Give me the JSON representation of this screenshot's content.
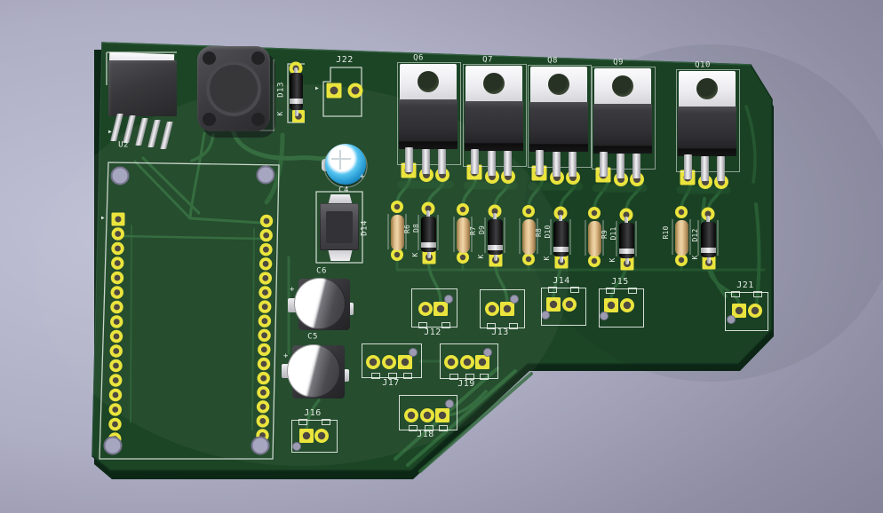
{
  "viewer": {
    "description": "3D rendered PCB, irregular outline, green soldermask, viewed from above"
  },
  "colors": {
    "background_top": "#9a98ae",
    "background_light": "#c1c1d7",
    "background_bottom": "#6e6c7e",
    "soldermask": "#1c4526",
    "trace_green": "#2e6739",
    "silkscreen": "#eef3ee",
    "pad_yellow": "#eae43d",
    "plated_hole": "#4d4840",
    "bare_hole_lavender": "#a6a6c0",
    "tab_silver": "#ececf0",
    "component_dark": "#2f2f33",
    "capacitor_blue": "#2ea1d8",
    "resistor_tan": "#e3c291"
  },
  "refs": {
    "u2": "U2",
    "d13": "D13",
    "j22": "J22",
    "q6": "Q6",
    "q7": "Q7",
    "q8": "Q8",
    "q9": "Q9",
    "q10": "Q10",
    "c4": "C4",
    "d14": "D14",
    "r6": "R6",
    "d8": "D8",
    "r7": "R7",
    "d9": "D9",
    "r8": "R8",
    "d10": "D10",
    "r9": "R9",
    "d11": "D11",
    "r10": "R10",
    "d12": "D12",
    "j12": "J12",
    "j13": "J13",
    "j14": "J14",
    "j15": "J15",
    "j21": "J21",
    "c6": "C6",
    "c5": "C5",
    "j17": "J17",
    "j19": "J19",
    "j18": "J18",
    "j16": "J16"
  },
  "marks": {
    "cathode": "K",
    "plus": "+"
  },
  "icons": {
    "pin1_arrow": "▶"
  }
}
